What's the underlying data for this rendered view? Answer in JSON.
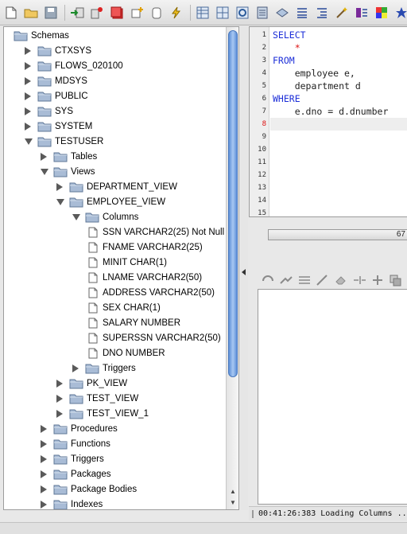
{
  "tree": {
    "items": [
      {
        "label": "Schemas",
        "depth": 0,
        "expander": "none",
        "icon": "folder"
      },
      {
        "label": "CTXSYS",
        "depth": 1,
        "expander": "collapsed",
        "icon": "folder"
      },
      {
        "label": "FLOWS_020100",
        "depth": 1,
        "expander": "collapsed",
        "icon": "folder"
      },
      {
        "label": "MDSYS",
        "depth": 1,
        "expander": "collapsed",
        "icon": "folder"
      },
      {
        "label": "PUBLIC",
        "depth": 1,
        "expander": "collapsed",
        "icon": "folder"
      },
      {
        "label": "SYS",
        "depth": 1,
        "expander": "collapsed",
        "icon": "folder"
      },
      {
        "label": "SYSTEM",
        "depth": 1,
        "expander": "collapsed",
        "icon": "folder"
      },
      {
        "label": "TESTUSER",
        "depth": 1,
        "expander": "expanded",
        "icon": "folder"
      },
      {
        "label": "Tables",
        "depth": 2,
        "expander": "collapsed",
        "icon": "folder"
      },
      {
        "label": "Views",
        "depth": 2,
        "expander": "expanded",
        "icon": "folder"
      },
      {
        "label": "DEPARTMENT_VIEW",
        "depth": 3,
        "expander": "collapsed",
        "icon": "folder"
      },
      {
        "label": "EMPLOYEE_VIEW",
        "depth": 3,
        "expander": "expanded",
        "icon": "folder"
      },
      {
        "label": "Columns",
        "depth": 4,
        "expander": "expanded",
        "icon": "folder"
      },
      {
        "label": "SSN VARCHAR2(25) Not Null",
        "depth": 5,
        "expander": "none",
        "icon": "doc"
      },
      {
        "label": "FNAME VARCHAR2(25)",
        "depth": 5,
        "expander": "none",
        "icon": "doc"
      },
      {
        "label": "MINIT CHAR(1)",
        "depth": 5,
        "expander": "none",
        "icon": "doc"
      },
      {
        "label": "LNAME VARCHAR2(50)",
        "depth": 5,
        "expander": "none",
        "icon": "doc"
      },
      {
        "label": "ADDRESS VARCHAR2(50)",
        "depth": 5,
        "expander": "none",
        "icon": "doc"
      },
      {
        "label": "SEX CHAR(1)",
        "depth": 5,
        "expander": "none",
        "icon": "doc"
      },
      {
        "label": "SALARY NUMBER",
        "depth": 5,
        "expander": "none",
        "icon": "doc"
      },
      {
        "label": "SUPERSSN VARCHAR2(50)",
        "depth": 5,
        "expander": "none",
        "icon": "doc"
      },
      {
        "label": "DNO NUMBER",
        "depth": 5,
        "expander": "none",
        "icon": "doc"
      },
      {
        "label": "Triggers",
        "depth": 4,
        "expander": "collapsed",
        "icon": "folder"
      },
      {
        "label": "PK_VIEW",
        "depth": 3,
        "expander": "collapsed",
        "icon": "folder"
      },
      {
        "label": "TEST_VIEW",
        "depth": 3,
        "expander": "collapsed",
        "icon": "folder"
      },
      {
        "label": "TEST_VIEW_1",
        "depth": 3,
        "expander": "collapsed",
        "icon": "folder"
      },
      {
        "label": "Procedures",
        "depth": 2,
        "expander": "collapsed",
        "icon": "folder"
      },
      {
        "label": "Functions",
        "depth": 2,
        "expander": "collapsed",
        "icon": "folder"
      },
      {
        "label": "Triggers",
        "depth": 2,
        "expander": "collapsed",
        "icon": "folder"
      },
      {
        "label": "Packages",
        "depth": 2,
        "expander": "collapsed",
        "icon": "folder"
      },
      {
        "label": "Package Bodies",
        "depth": 2,
        "expander": "collapsed",
        "icon": "folder"
      },
      {
        "label": "Indexes",
        "depth": 2,
        "expander": "collapsed",
        "icon": "folder"
      }
    ]
  },
  "editor": {
    "line_numbers": [
      "1",
      "2",
      "3",
      "4",
      "5",
      "6",
      "7",
      "8",
      "9",
      "10",
      "11",
      "12",
      "13",
      "14",
      "15"
    ],
    "error_line": "8",
    "lines": [
      {
        "kw": "SELECT",
        "text": ""
      },
      {
        "kw": "",
        "text": "    ",
        "star": "*"
      },
      {
        "kw": "FROM",
        "text": ""
      },
      {
        "kw": "",
        "text": "    employee e,"
      },
      {
        "kw": "",
        "text": "    department d"
      },
      {
        "kw": "WHERE",
        "text": ""
      },
      {
        "kw": "",
        "text": "    e.dno = d.dnumber"
      }
    ]
  },
  "progress": {
    "text": "67"
  },
  "status": {
    "text": "00:41:26:383 Loading Columns ..."
  },
  "colors": {
    "keyword": "#1d2fd8",
    "error": "#d11111",
    "scroll_thumb": "#5d8fd8",
    "folder": "#8fa7c6"
  },
  "toolbar_icons": [
    "new-file-icon",
    "open-folder-icon",
    "save-icon",
    "import-icon",
    "export-icon",
    "stop-icon",
    "new-object-icon",
    "clipboard-icon",
    "lightning-icon",
    "table-icon",
    "grid-icon",
    "refresh-icon",
    "document-icon",
    "layers-icon",
    "align-icon",
    "indent-icon",
    "wand-icon",
    "format-icon",
    "color-icon",
    "star-icon"
  ]
}
